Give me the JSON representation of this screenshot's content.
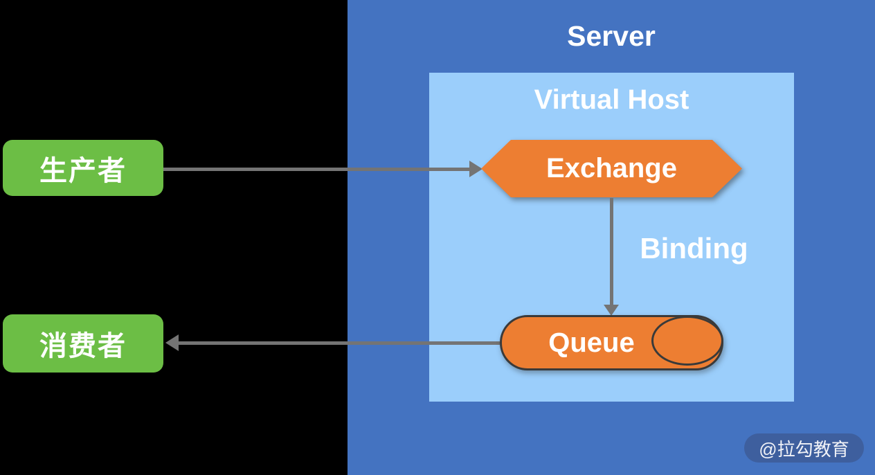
{
  "diagram": {
    "server_label": "Server",
    "virtual_host_label": "Virtual Host",
    "exchange_label": "Exchange",
    "binding_label": "Binding",
    "queue_label": "Queue",
    "producer_label": "生产者",
    "consumer_label": "消费者",
    "watermark_label": "@拉勾教育",
    "colors": {
      "background": "#000000",
      "server_panel": "#4473C1",
      "virtual_host_panel": "#9BCEFB",
      "node_orange": "#ED7E32",
      "node_green": "#6CBE45",
      "arrow_gray": "#747474",
      "queue_outline": "#3A3A3A",
      "watermark_pill": "#3E5F9E",
      "text_white": "#FFFFFF"
    }
  }
}
